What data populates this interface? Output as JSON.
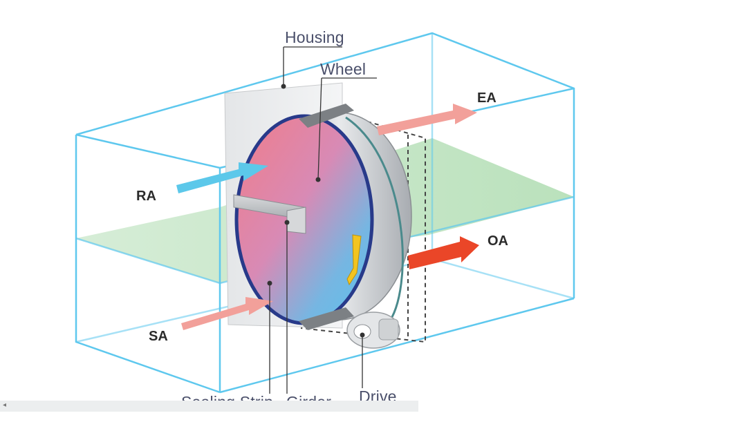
{
  "labels": {
    "housing": "Housing",
    "wheel": "Wheel",
    "ea": "EA",
    "ra": "RA",
    "oa": "OA",
    "sa": "SA",
    "sealing_strip": "Sealing Strip",
    "girder": "Girder",
    "drive": "Drive"
  },
  "colors": {
    "box_outline": "#5ec8ee",
    "airflow_plane": "#b8e3b0",
    "ea_arrow": "#f2a09a",
    "ra_arrow": "#5cc8ea",
    "oa_arrow": "#ea4628",
    "sa_arrow": "#f2a09a",
    "seal": "#283a8a",
    "label_text": "#4a4f6a"
  },
  "icons": {
    "scroll_left": "left-arrow-icon"
  }
}
